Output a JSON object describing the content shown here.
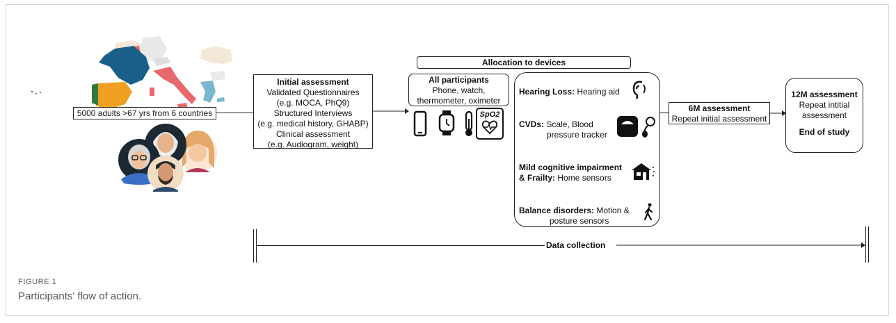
{
  "population": {
    "label": "5000 adults >67 yrs from 6 countries"
  },
  "initial": {
    "title": "Initial assessment",
    "lines": [
      "Validated Questionnaires",
      "(e.g. MOCA, PhQ9)",
      "Structured Interviews",
      "(e.g. medical history, GHABP)",
      "Clinical assessment",
      "(e.g. Audiogram, weight)"
    ]
  },
  "allocation": {
    "label": "Allocation to devices"
  },
  "all_participants": {
    "title": "All participants",
    "lines": [
      "Phone, watch,",
      "thermometer, oximeter"
    ],
    "oximeter_badge": "SpO2"
  },
  "conditions": [
    {
      "name": "Hearing Loss:",
      "device": "Hearing aid",
      "icon": "hearing-aid-icon"
    },
    {
      "name": "CVDs:",
      "device": "Scale, Blood",
      "device2": "pressure tracker",
      "icon": "scale-icon"
    },
    {
      "name": "Mild cognitive impairment",
      "name2": "& Frailty:",
      "device": "Home sensors",
      "icon": "home-sensor-icon"
    },
    {
      "name": "Balance disorders:",
      "device": "Motion &",
      "device2": "posture sensors",
      "icon": "walking-person-icon"
    }
  ],
  "six_month": {
    "title": "6M assessment",
    "line": "Repeat initial assessment"
  },
  "twelve_month": {
    "title": "12M assessment",
    "lines": [
      "Repeat intitial",
      "assessment"
    ],
    "end": "End of study"
  },
  "data_collection": {
    "label": "Data collection"
  },
  "caption": {
    "label": "FIGURE 1",
    "title": "Participants' flow of action."
  },
  "colors": {
    "france": "#1a5f8a",
    "spain": "#f0a020",
    "italy": "#e8686e",
    "portugal": "#2f7a3a",
    "greece": "#7ab7cf",
    "light": "#f3e8d8"
  }
}
